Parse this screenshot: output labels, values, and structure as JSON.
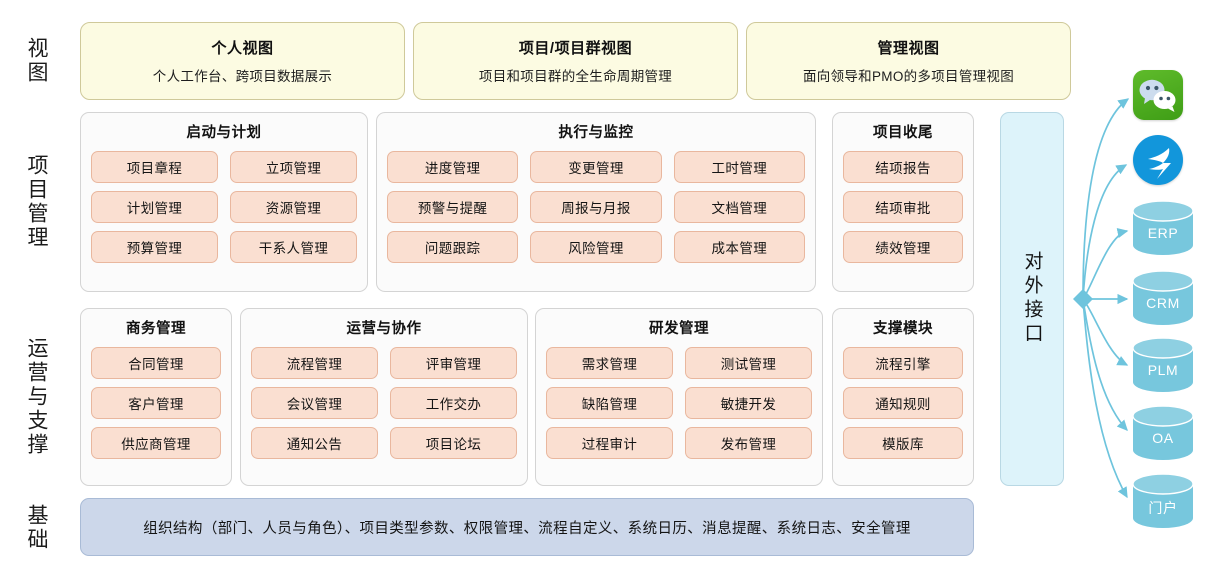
{
  "rows": [
    {
      "key": "view",
      "label": "视图"
    },
    {
      "key": "project",
      "label": "项目管理"
    },
    {
      "key": "operations",
      "label": "运营与支撑"
    },
    {
      "key": "foundation",
      "label": "基础"
    }
  ],
  "view_cards": [
    {
      "title": "个人视图",
      "subtitle": "个人工作台、跨项目数据展示"
    },
    {
      "title": "项目/项目群视图",
      "subtitle": "项目和项目群的全生命周期管理"
    },
    {
      "title": "管理视图",
      "subtitle": "面向领导和PMO的多项目管理视图"
    }
  ],
  "project_groups": [
    {
      "title": "启动与计划",
      "columns": 2,
      "items": [
        "项目章程",
        "立项管理",
        "计划管理",
        "资源管理",
        "预算管理",
        "干系人管理"
      ]
    },
    {
      "title": "执行与监控",
      "columns": 3,
      "items": [
        "进度管理",
        "变更管理",
        "工时管理",
        "预警与提醒",
        "周报与月报",
        "文档管理",
        "问题跟踪",
        "风险管理",
        "成本管理"
      ]
    },
    {
      "title": "项目收尾",
      "columns": 1,
      "items": [
        "结项报告",
        "结项审批",
        "绩效管理"
      ]
    }
  ],
  "operation_groups": [
    {
      "title": "商务管理",
      "columns": 1,
      "items": [
        "合同管理",
        "客户管理",
        "供应商管理"
      ]
    },
    {
      "title": "运营与协作",
      "columns": 2,
      "items": [
        "流程管理",
        "评审管理",
        "会议管理",
        "工作交办",
        "通知公告",
        "项目论坛"
      ]
    },
    {
      "title": "研发管理",
      "columns": 2,
      "items": [
        "需求管理",
        "测试管理",
        "缺陷管理",
        "敏捷开发",
        "过程审计",
        "发布管理"
      ]
    },
    {
      "title": "支撑模块",
      "columns": 1,
      "items": [
        "流程引擎",
        "通知规则",
        "模版库"
      ]
    }
  ],
  "external_interface": {
    "label": "对外接口"
  },
  "foundation_bar": {
    "text": "组织结构（部门、人员与角色）、项目类型参数、权限管理、流程自定义、系统日历、消息提醒、系统日志、安全管理"
  },
  "integrations": [
    {
      "name": "wechat-icon",
      "kind": "app",
      "label": ""
    },
    {
      "name": "dingtalk-icon",
      "kind": "app",
      "label": ""
    },
    {
      "name": "erp-database",
      "kind": "cylinder",
      "label": "ERP"
    },
    {
      "name": "crm-database",
      "kind": "cylinder",
      "label": "CRM"
    },
    {
      "name": "plm-database",
      "kind": "cylinder",
      "label": "PLM"
    },
    {
      "name": "oa-database",
      "kind": "cylinder",
      "label": "OA"
    },
    {
      "name": "portal-database",
      "kind": "cylinder",
      "label": "门户"
    }
  ],
  "colors": {
    "view_card_bg": "#fcfbe2",
    "view_card_border": "#cfc99a",
    "group_bg": "#fbfbfb",
    "group_border": "#d4d4d4",
    "chip_bg": "#fadfd1",
    "chip_border": "#e9b79e",
    "ext_panel_bg": "#ddf3fa",
    "foundation_bg": "#ccd7ea",
    "connector": "#6ec4dd",
    "cylinder": "#77c7dd",
    "wechat_green": "#4caf22",
    "dingtalk_blue": "#1296db"
  }
}
